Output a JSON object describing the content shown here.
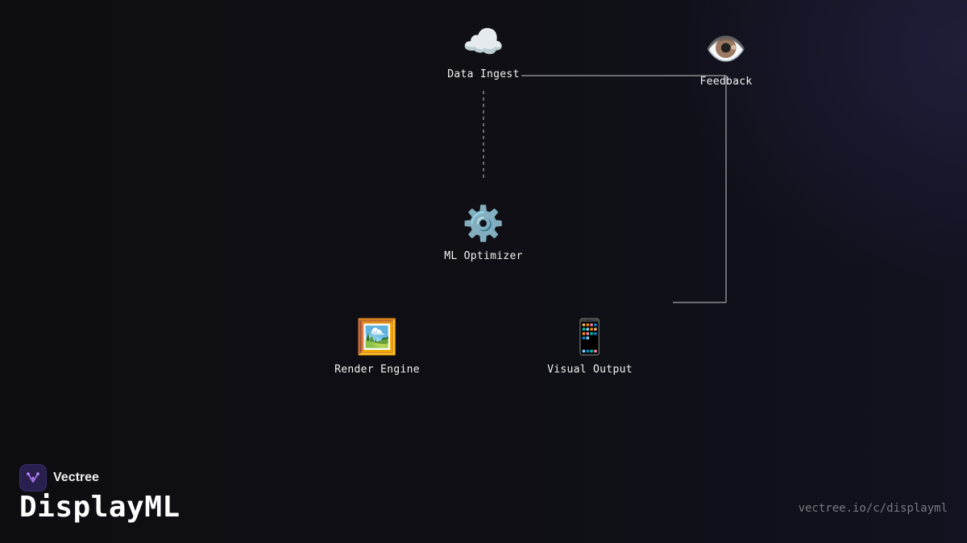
{
  "diagram": {
    "nodes": [
      {
        "id": "data-ingest",
        "icon": "cloud-icon",
        "glyph": "☁️",
        "label": "Data Ingest"
      },
      {
        "id": "feedback",
        "icon": "eye-icon",
        "glyph": "👁️",
        "label": "Feedback"
      },
      {
        "id": "ml-optimizer",
        "icon": "gear-icon",
        "glyph": "⚙️",
        "label": "ML Optimizer"
      },
      {
        "id": "render-engine",
        "icon": "framed-picture-icon",
        "glyph": "🖼️",
        "label": "Render Engine"
      },
      {
        "id": "visual-output",
        "icon": "mobile-phone-icon",
        "glyph": "📱",
        "label": "Visual Output"
      }
    ],
    "edges": [
      {
        "from": "data-ingest",
        "to": "ml-optimizer",
        "style": "dashed"
      },
      {
        "from": "data-ingest",
        "to": "feedback",
        "style": "solid"
      },
      {
        "from": "feedback",
        "to": "visual-output",
        "style": "solid"
      }
    ],
    "colors": {
      "background": "#0e0e13",
      "connector": "#8a8a8f",
      "label": "#f4f4f4"
    }
  },
  "brand": {
    "name": "Vectree",
    "logo_icon": "vectree-logo-icon",
    "logo_color": "#2a2050"
  },
  "product": {
    "title": "DisplayML"
  },
  "footer": {
    "url": "vectree.io/c/displayml"
  }
}
